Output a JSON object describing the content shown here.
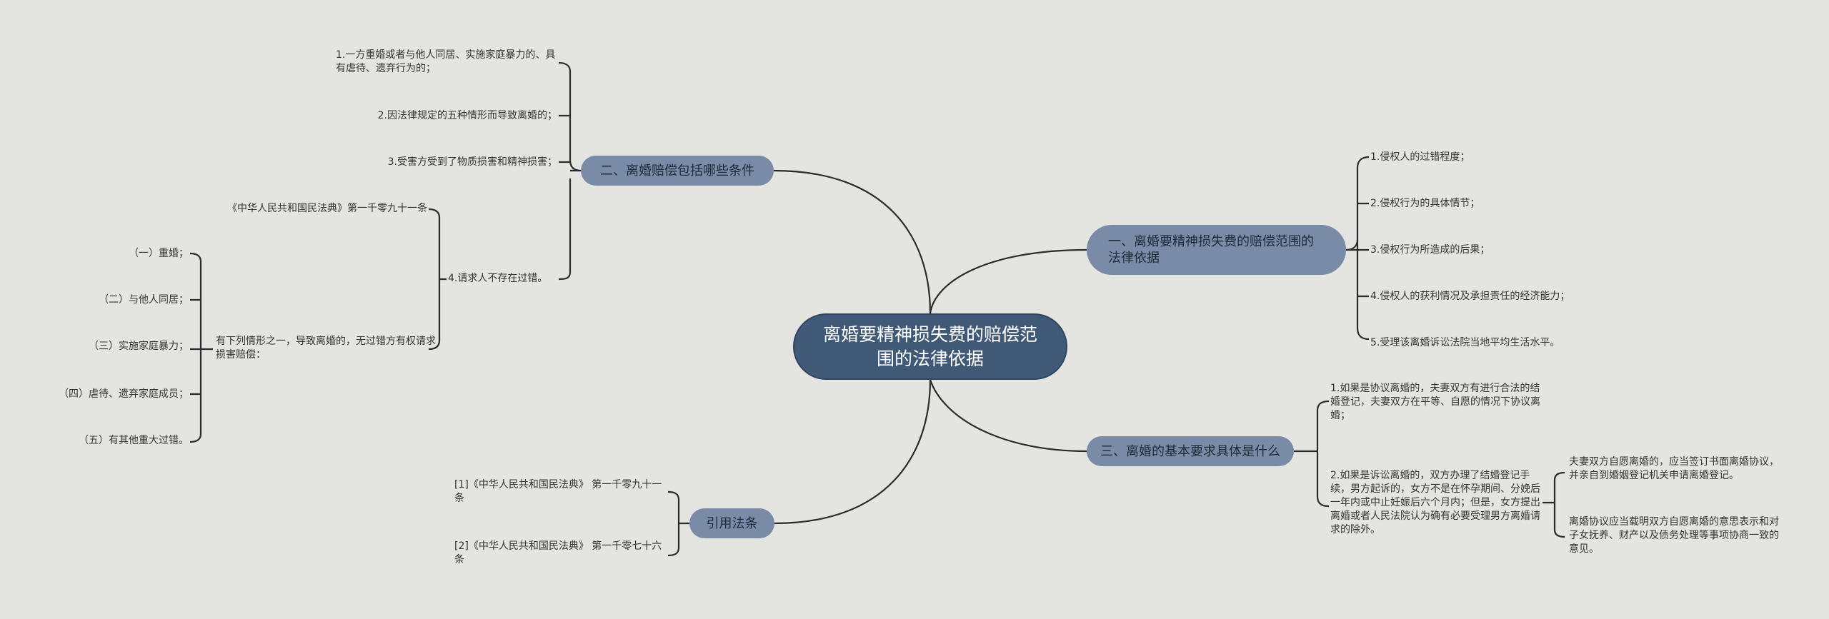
{
  "root": {
    "text": "离婚要精神损失费的赔偿范围的法律依据"
  },
  "branch1": {
    "label": "一、离婚要精神损失费的赔偿范围的法律依据",
    "items": [
      "1.侵权人的过错程度；",
      "2.侵权行为的具体情节；",
      "3.侵权行为所造成的后果；",
      "4.侵权人的获利情况及承担责任的经济能力；",
      "5.受理该离婚诉讼法院当地平均生活水平。"
    ]
  },
  "branch2": {
    "label": "二、离婚赔偿包括哪些条件",
    "items": [
      "1.一方重婚或者与他人同居、实施家庭暴力的、具有虐待、遗弃行为的；",
      "2.因法律规定的五种情形而导致离婚的；",
      "3.受害方受到了物质损害和精神损害；",
      "4.请求人不存在过错。"
    ],
    "sub": {
      "law": "《中华人民共和国民法典》第一千零九十一条",
      "intro": "有下列情形之一，导致离婚的，无过错方有权请求损害赔偿：",
      "cases": [
        "（一）重婚；",
        "（二）与他人同居；",
        "（三）实施家庭暴力；",
        "（四）虐待、遗弃家庭成员；",
        "（五）有其他重大过错。"
      ]
    }
  },
  "branch3": {
    "label": "三、离婚的基本要求具体是什么",
    "items": [
      "1.如果是协议离婚的，夫妻双方有进行合法的结婚登记，夫妻双方在平等、自愿的情况下协议离婚；",
      "2.如果是诉讼离婚的，双方办理了结婚登记手续，男方起诉的，女方不是在怀孕期间、分娩后一年内或中止妊娠后六个月内；但是，女方提出离婚或者人民法院认为确有必要受理男方离婚请求的除外。"
    ],
    "sub": [
      "夫妻双方自愿离婚的，应当签订书面离婚协议，并亲自到婚姻登记机关申请离婚登记。",
      "离婚协议应当载明双方自愿离婚的意思表示和对子女抚养、财产以及债务处理等事项协商一致的意见。"
    ]
  },
  "branch4": {
    "label": "引用法条",
    "items": [
      "[1]《中华人民共和国民法典》 第一千零九十一条",
      "[2]《中华人民共和国民法典》 第一千零七十六条"
    ]
  }
}
